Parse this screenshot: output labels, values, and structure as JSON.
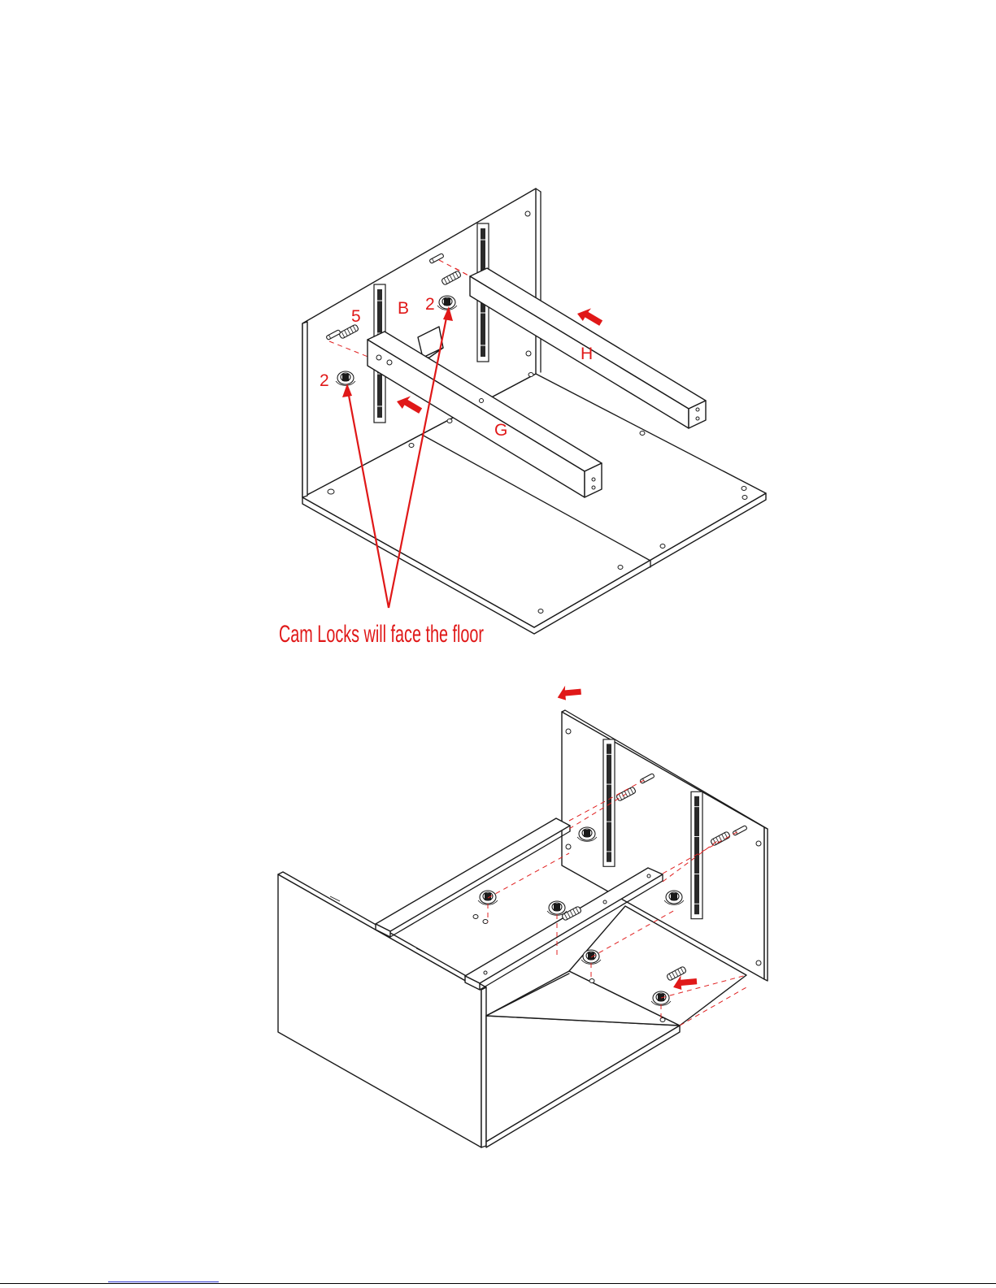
{
  "diagram1": {
    "labels": {
      "panel_b": "B",
      "rail_h": "H",
      "rail_g": "G",
      "qty_dowel": "5",
      "qty_cam_left": "2",
      "qty_cam_right": "2"
    },
    "caption": "Cam Locks will face the floor"
  },
  "colors": {
    "annotation": "#e01818",
    "line": "#1a1a1a",
    "link": "#2b33cc"
  },
  "icons": [
    "arrow-left-up-icon",
    "arrow-left-down-icon",
    "cam-lock-icon",
    "dowel-icon",
    "drawer-slide-icon"
  ]
}
